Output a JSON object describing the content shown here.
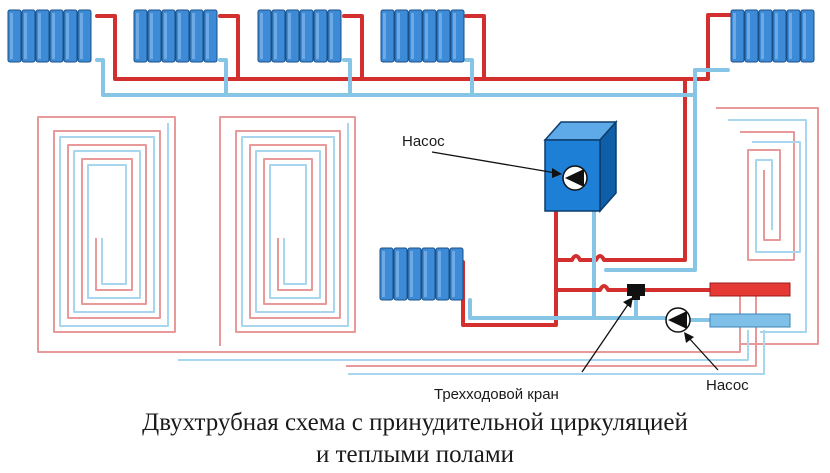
{
  "diagram": {
    "pump_top_label": "Насос",
    "pump_bottom_label": "Насос",
    "valve_label": "Трехходовой кран",
    "caption_line1": "Двухтрубная схема с принудительной циркуляцией",
    "caption_line2": "и теплыми полами"
  },
  "colors": {
    "supply_pipe": "#d32f2f",
    "return_pipe": "#86c5e6",
    "radiator": "#3f8ed8",
    "boiler": "#1e7fd6"
  }
}
